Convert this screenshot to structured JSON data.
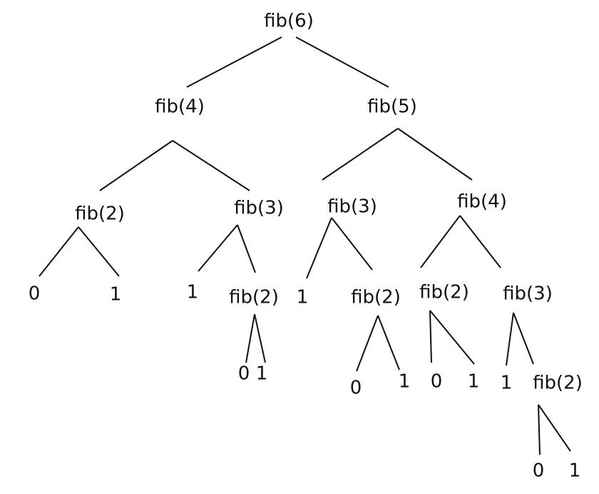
{
  "diagram": {
    "nodes": [
      {
        "id": "n1",
        "label": "fib(6)"
      },
      {
        "id": "n2",
        "label": "fib(4)"
      },
      {
        "id": "n3",
        "label": "fib(5)"
      },
      {
        "id": "n4",
        "label": "fib(2)"
      },
      {
        "id": "n5",
        "label": "fib(3)"
      },
      {
        "id": "n6",
        "label": "fib(3)"
      },
      {
        "id": "n7",
        "label": "fib(4)"
      },
      {
        "id": "n8",
        "label": "0"
      },
      {
        "id": "n9",
        "label": "1"
      },
      {
        "id": "n10",
        "label": "1"
      },
      {
        "id": "n11",
        "label": "fib(2)"
      },
      {
        "id": "n12",
        "label": "1"
      },
      {
        "id": "n13",
        "label": "fib(2)"
      },
      {
        "id": "n14",
        "label": "fib(2)"
      },
      {
        "id": "n15",
        "label": "fib(3)"
      },
      {
        "id": "n16",
        "label": "0"
      },
      {
        "id": "n17",
        "label": "1"
      },
      {
        "id": "n18",
        "label": "0"
      },
      {
        "id": "n19",
        "label": "1"
      },
      {
        "id": "n20",
        "label": "0"
      },
      {
        "id": "n21",
        "label": "1"
      },
      {
        "id": "n22",
        "label": "1"
      },
      {
        "id": "n23",
        "label": "fib(2)"
      },
      {
        "id": "n24",
        "label": "0"
      },
      {
        "id": "n25",
        "label": "1"
      }
    ],
    "edges": [
      {
        "from": "n1",
        "to": "n2"
      },
      {
        "from": "n1",
        "to": "n3"
      },
      {
        "from": "n2",
        "to": "n4"
      },
      {
        "from": "n2",
        "to": "n5"
      },
      {
        "from": "n3",
        "to": "n6"
      },
      {
        "from": "n3",
        "to": "n7"
      },
      {
        "from": "n4",
        "to": "n8"
      },
      {
        "from": "n4",
        "to": "n9"
      },
      {
        "from": "n5",
        "to": "n10"
      },
      {
        "from": "n5",
        "to": "n11"
      },
      {
        "from": "n6",
        "to": "n12"
      },
      {
        "from": "n6",
        "to": "n13"
      },
      {
        "from": "n7",
        "to": "n14"
      },
      {
        "from": "n7",
        "to": "n15"
      },
      {
        "from": "n11",
        "to": "n16"
      },
      {
        "from": "n11",
        "to": "n17"
      },
      {
        "from": "n13",
        "to": "n18"
      },
      {
        "from": "n13",
        "to": "n19"
      },
      {
        "from": "n14",
        "to": "n20"
      },
      {
        "from": "n14",
        "to": "n21"
      },
      {
        "from": "n15",
        "to": "n22"
      },
      {
        "from": "n15",
        "to": "n23"
      },
      {
        "from": "n23",
        "to": "n24"
      },
      {
        "from": "n23",
        "to": "n25"
      }
    ]
  }
}
